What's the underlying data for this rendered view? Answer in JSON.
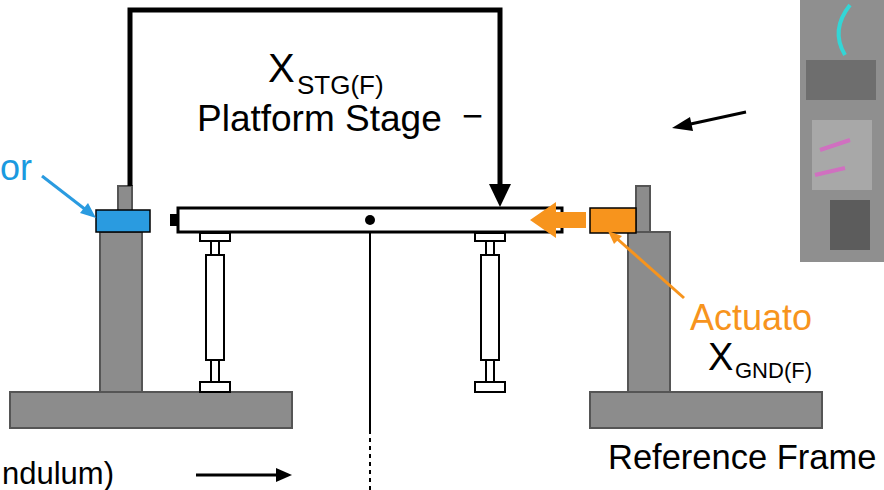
{
  "diagram": {
    "labels": [
      "X",
      "STG(F)",
      "Platform Stage",
      "−",
      "or",
      "Actuato",
      "X",
      "GND(F)",
      "Reference Frame",
      "ndulum)"
    ]
  }
}
